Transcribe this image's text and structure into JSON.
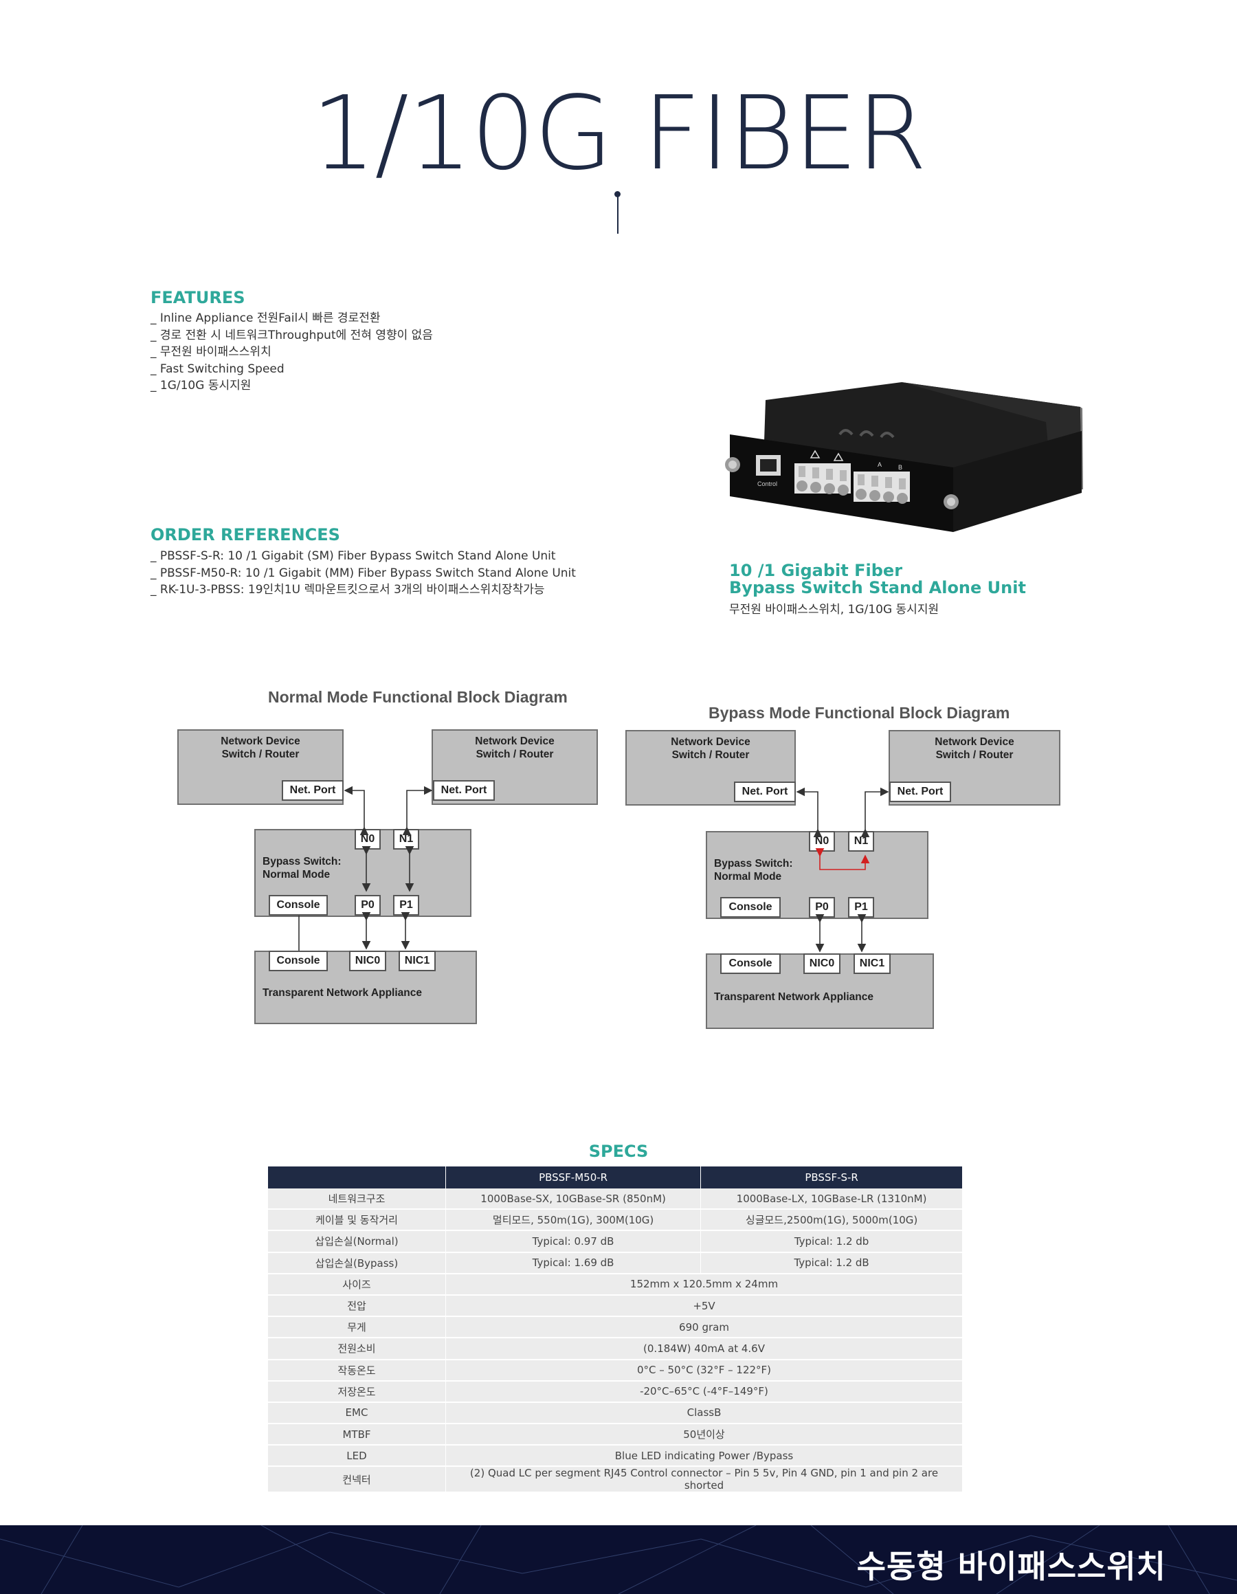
{
  "title": "1/10G FIBER",
  "features": {
    "heading": "FEATURES",
    "items": [
      "_ Inline Appliance 전원Fail시 빠른 경로전환",
      "_ 경로 전환 시 네트워크Throughput에 전혀 영향이 없음",
      "_ 무전원 바이패스스위치",
      "_ Fast Switching Speed",
      "_ 1G/10G 동시지원"
    ]
  },
  "orders": {
    "heading": "ORDER REFERENCES",
    "items": [
      "_ PBSSF-S-R: 10 /1 Gigabit (SM) Fiber Bypass Switch Stand Alone Unit",
      "_ PBSSF-M50-R: 10 /1 Gigabit (MM) Fiber Bypass Switch Stand Alone Unit",
      "_ RK-1U-3-PBSS: 19인치1U 렉마운트킷으로서 3개의 바이패스스위치장착가능"
    ]
  },
  "product": {
    "title_line1": "10 /1 Gigabit Fiber",
    "title_line2": "Bypass Switch Stand Alone Unit",
    "subtitle": "무전원 바이패스스위치, 1G/10G 동시지원",
    "control_label": "Control",
    "port_a": "A",
    "port_b": "B"
  },
  "normal": {
    "title": "Normal Mode Functional Block Diagram",
    "device_left": "Network Device\nSwitch / Router",
    "device_right": "Network Device\nSwitch / Router",
    "net_port": "Net. Port",
    "n0": "N0",
    "n1": "N1",
    "switch_label": "Bypass Switch:\nNormal Mode",
    "console": "Console",
    "p0": "P0",
    "p1": "P1",
    "nic0": "NIC0",
    "nic1": "NIC1",
    "appliance": "Transparent Network Appliance"
  },
  "bypass": {
    "title": "Bypass Mode Functional Block Diagram",
    "device_left": "Network Device\nSwitch / Router",
    "device_right": "Network Device\nSwitch / Router",
    "net_port": "Net. Port",
    "n0": "N0",
    "n1": "N1",
    "switch_label": "Bypass Switch:\nNormal Mode",
    "console": "Console",
    "p0": "P0",
    "p1": "P1",
    "nic0": "NIC0",
    "nic1": "NIC1",
    "appliance": "Transparent Network Appliance"
  },
  "specs": {
    "heading": "SPECS",
    "columns": [
      "",
      "PBSSF-M50-R",
      "PBSSF-S-R"
    ],
    "rows_split": [
      {
        "label": "네트워크구조",
        "a": "1000Base-SX, 10GBase-SR (850nM)",
        "b": "1000Base-LX, 10GBase-LR (1310nM)"
      },
      {
        "label": "케이블 및 동작거리",
        "a": "멀티모드, 550m(1G), 300M(10G)",
        "b": "싱글모드,2500m(1G), 5000m(10G)"
      },
      {
        "label": "삽입손실(Normal)",
        "a": "Typical: 0.97 dB",
        "b": "Typical: 1.2 db"
      },
      {
        "label": "삽입손실(Bypass)",
        "a": "Typical: 1.69 dB",
        "b": "Typical: 1.2 dB"
      }
    ],
    "rows_merged": [
      {
        "label": "사이즈",
        "value": "152mm x 120.5mm x 24mm"
      },
      {
        "label": "전압",
        "value": "+5V"
      },
      {
        "label": "무게",
        "value": "690 gram"
      },
      {
        "label": "전원소비",
        "value": "(0.184W) 40mA at 4.6V"
      },
      {
        "label": "작동온도",
        "value": "0°C – 50°C (32°F – 122°F)"
      },
      {
        "label": "저장온도",
        "value": "-20°C–65°C (-4°F–149°F)"
      },
      {
        "label": "EMC",
        "value": "ClassB"
      },
      {
        "label": "MTBF",
        "value": "50년이상"
      },
      {
        "label": "LED",
        "value": "Blue LED indicating Power /Bypass"
      },
      {
        "label": "컨넥터",
        "value": "(2) Quad LC per segment RJ45 Control connector – Pin 5 5v, Pin 4 GND, pin 1 and pin 2 are shorted"
      }
    ]
  },
  "footer": {
    "text": "수동형 바이패스스위치"
  },
  "colors": {
    "accent": "#2ea89a",
    "navy": "#1f2a44",
    "footer_bg": "#0b1030",
    "diagram_box": "#bfbfbf",
    "bypass_arrow": "#d22020"
  }
}
